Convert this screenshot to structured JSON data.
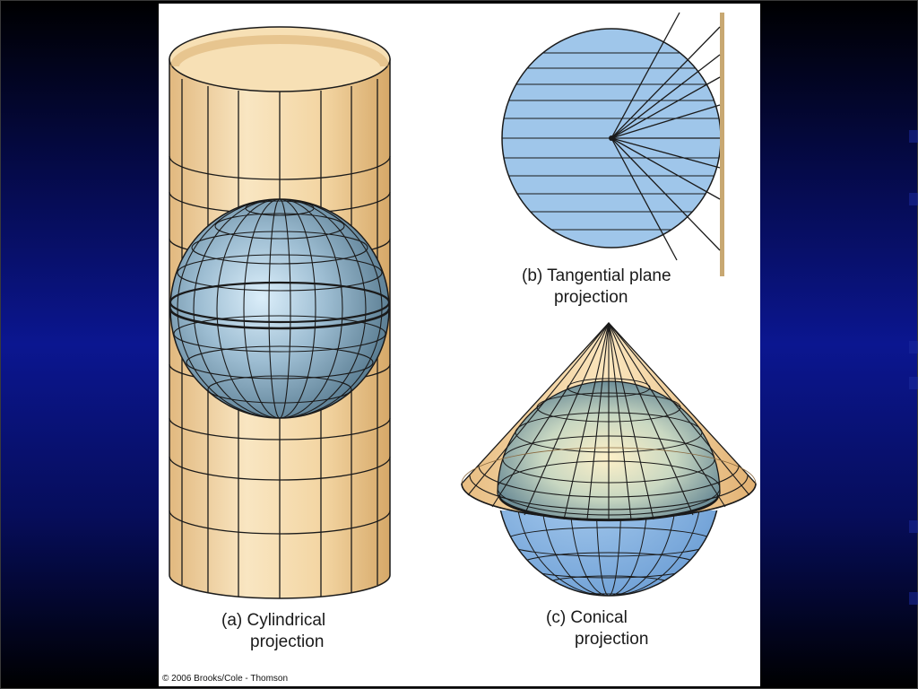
{
  "figure": {
    "cylindrical": {
      "line1": "(a) Cylindrical",
      "line2": "projection"
    },
    "tangential": {
      "line1": "(b) Tangential plane",
      "line2": "projection"
    },
    "conical": {
      "line1": "(c) Conical",
      "line2": "projection"
    },
    "credit": "© 2006 Brooks/Cole - Thomson"
  },
  "colors": {
    "paper": "#f3d9aa",
    "paper_dark": "#d9b07a",
    "globe": "#9cc4e8",
    "globe_dark": "#4f7390",
    "line": "#1a1a1a"
  }
}
